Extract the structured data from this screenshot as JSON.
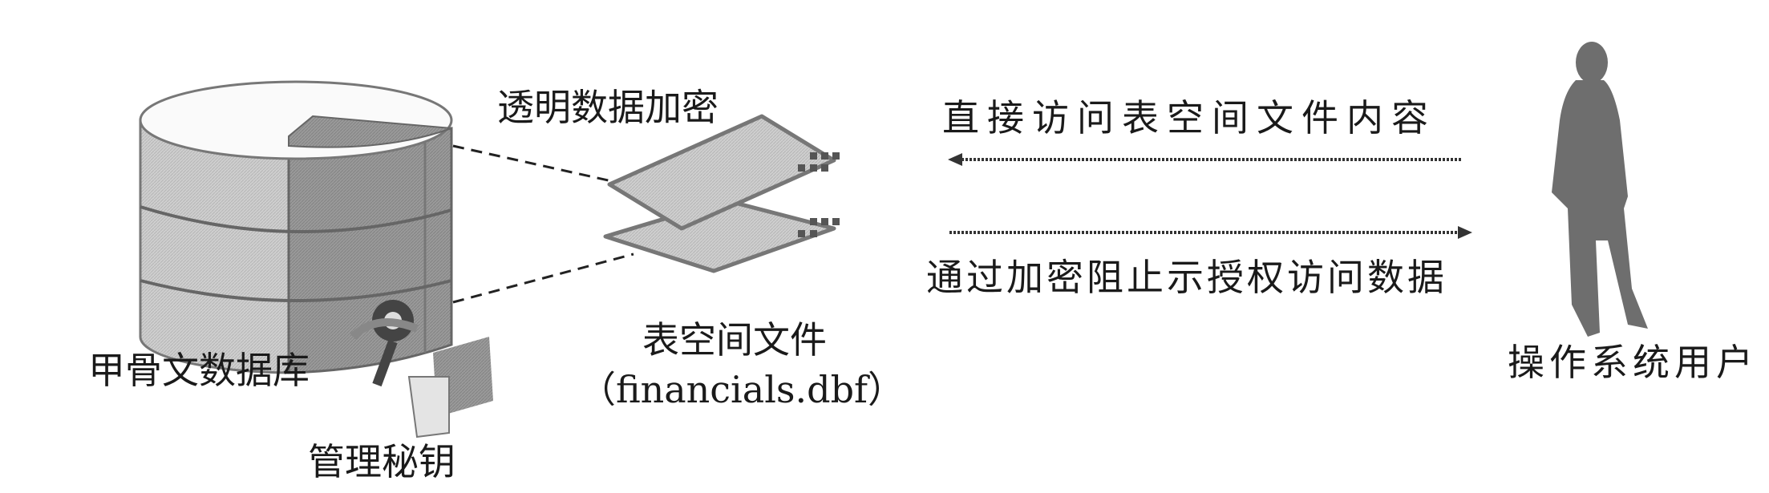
{
  "diagram": {
    "database_label": "甲骨文数据库",
    "tde_label": "透明数据加密",
    "master_key_label": "管理秘钥",
    "tablespace_label": "表空间文件",
    "tablespace_file": "（financials.dbf）",
    "direct_access_label": "直接访问表空间文件内容",
    "blocked_label": "通过加密阻止示授权访问数据",
    "os_user_label": "操作系统用户"
  },
  "colors": {
    "ink": "#1a1a1a",
    "gray": "#8a8a8a",
    "light": "#d4d4d4",
    "dark": "#5a5a5a"
  }
}
